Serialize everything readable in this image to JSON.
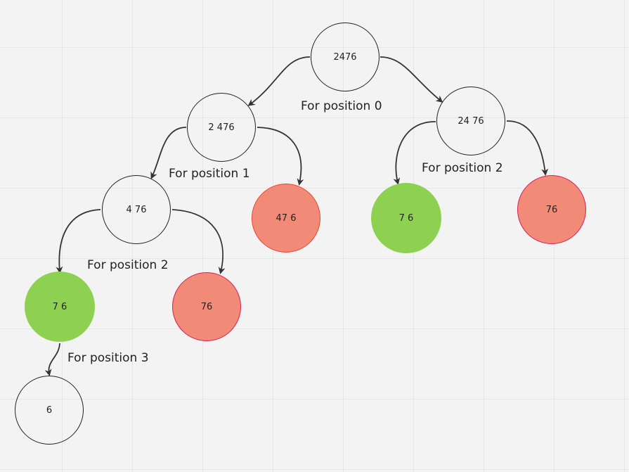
{
  "diagram": {
    "nodes": {
      "root": "2476",
      "n_left": "2 476",
      "n_right": "24 76",
      "n_ll": "4 76",
      "n_lr": "47 6",
      "n_rl": "7 6",
      "n_rr": "76",
      "n_lll": "7 6",
      "n_llr": "76",
      "n_leaf": "6"
    },
    "captions": {
      "pos0": "For position 0",
      "pos1": "For position 1",
      "pos2_right": "For position 2",
      "pos2_left": "For position 2",
      "pos3": "For position 3"
    },
    "colors": {
      "background": "#f3f3f3",
      "grid": "#e6e6e6",
      "green_fill": "#8ed152",
      "red_fill": "#f18b77",
      "red_border": "#d61f5a",
      "orange_border": "#e8452e",
      "edge": "#333333"
    }
  }
}
